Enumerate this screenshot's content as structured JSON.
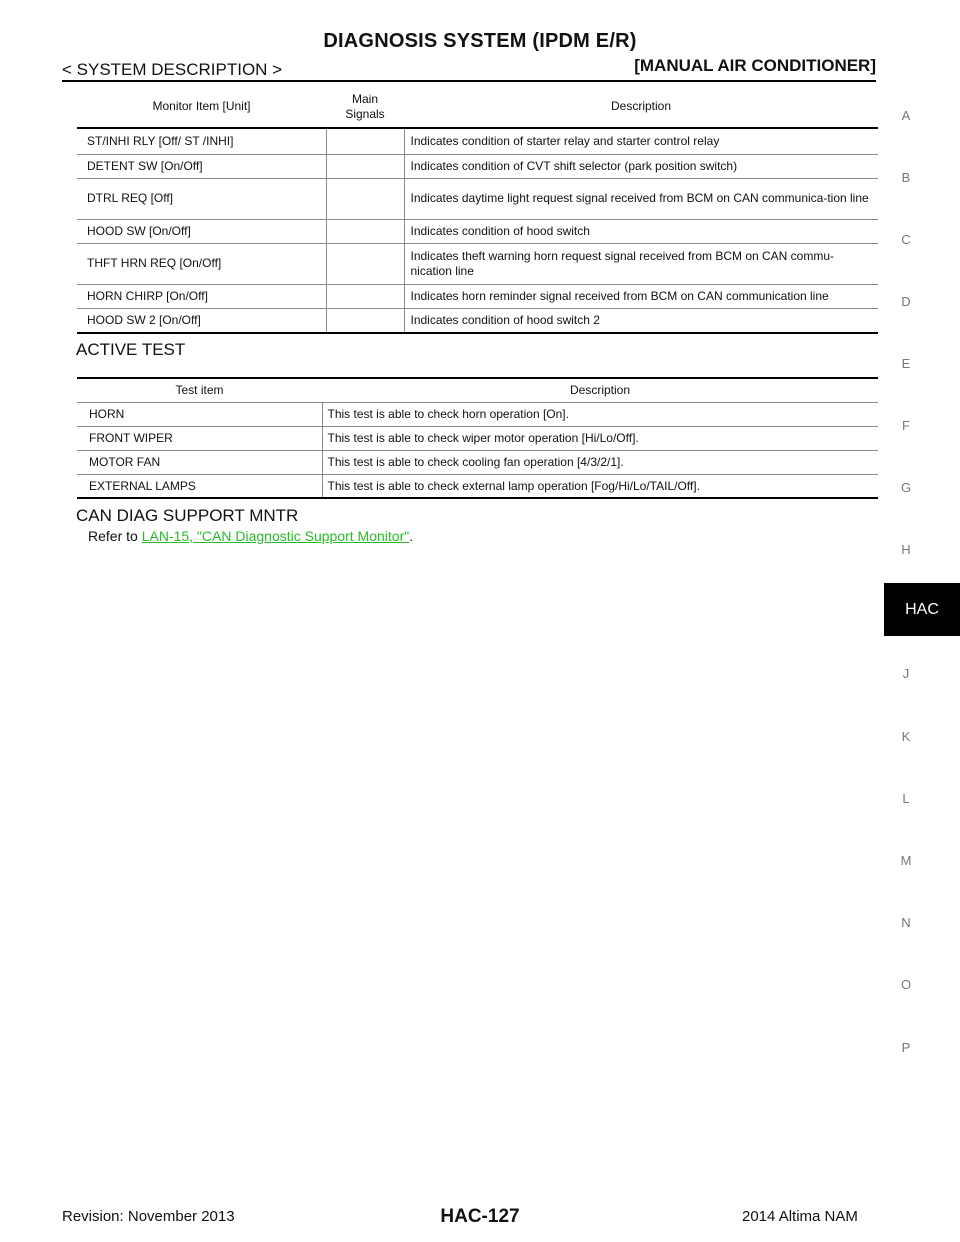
{
  "header": {
    "title": "DIAGNOSIS SYSTEM (IPDM E/R)",
    "left": "< SYSTEM DESCRIPTION >",
    "right": "[MANUAL AIR CONDITIONER]"
  },
  "monitor_table": {
    "headers": [
      "Monitor Item [Unit]",
      "Main Signals",
      "Description"
    ],
    "rows": [
      {
        "item": "ST/INHI RLY [Off/ ST /INHI]",
        "signals": "",
        "description": "Indicates condition of starter relay and starter control relay"
      },
      {
        "item": "DETENT SW [On/Off]",
        "signals": "",
        "description": "Indicates condition of CVT shift selector (park position switch)"
      },
      {
        "item": "DTRL REQ [Off]",
        "signals": "",
        "description": "Indicates daytime light request signal received from BCM on CAN communica-tion line"
      },
      {
        "item": "HOOD SW [On/Off]",
        "signals": "",
        "description": "Indicates condition of hood switch"
      },
      {
        "item": "THFT HRN REQ [On/Off]",
        "signals": "",
        "description": "Indicates theft warning horn request signal received from BCM on CAN commu-nication line"
      },
      {
        "item": "HORN CHIRP [On/Off]",
        "signals": "",
        "description": "Indicates horn reminder signal received from BCM on CAN communication line"
      },
      {
        "item": "HOOD SW 2 [On/Off]",
        "signals": "",
        "description": "Indicates condition of hood switch 2"
      }
    ]
  },
  "active_test": {
    "heading": "ACTIVE TEST",
    "headers": [
      "Test item",
      "Description"
    ],
    "rows": [
      {
        "item": "HORN",
        "description": "This test is able to check horn operation [On]."
      },
      {
        "item": "FRONT WIPER",
        "description": "This test is able to check wiper motor operation [Hi/Lo/Off]."
      },
      {
        "item": "MOTOR FAN",
        "description": "This test is able to check cooling fan operation [4/3/2/1]."
      },
      {
        "item": "EXTERNAL LAMPS",
        "description": "This test is able to check external lamp operation [Fog/Hi/Lo/TAIL/Off]."
      }
    ]
  },
  "can_diag": {
    "heading": "CAN DIAG SUPPORT MNTR",
    "ref_prefix": "Refer to ",
    "ref_link": "LAN-15, \"CAN Diagnostic Support Monitor\"",
    "ref_suffix": ".",
    "link_color": "#2bbb2b"
  },
  "side_index": {
    "letters": [
      "A",
      "B",
      "C",
      "D",
      "E",
      "F",
      "G",
      "H",
      "J",
      "K",
      "L",
      "M",
      "N",
      "O",
      "P"
    ],
    "active_tab": "HAC"
  },
  "footer": {
    "revision": "Revision: November 2013",
    "page": "HAC-127",
    "model": "2014 Altima NAM"
  }
}
